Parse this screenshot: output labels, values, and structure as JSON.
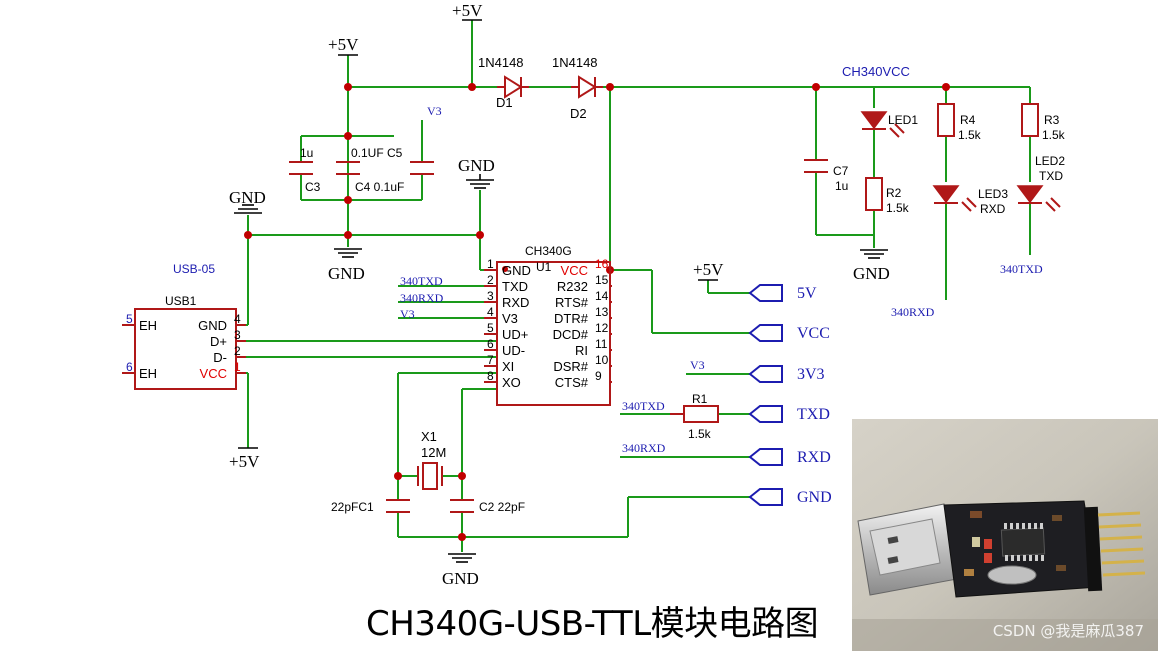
{
  "title": "CH340G-USB-TTL模块电路图",
  "watermark": "CSDN @我是麻瓜387",
  "labels": {
    "v5_top": "+5V",
    "v5_cap": "+5V",
    "v5_bottom": "+5V",
    "v5_hdr": "+5V",
    "v3_cap": "V3",
    "gnd_top": "GND",
    "gnd_usb": "GND",
    "gnd_caps": "GND",
    "gnd_led": "GND",
    "gnd_xtal": "GND",
    "d1_part": "1N4148",
    "d1_ref": "D1",
    "d2_part": "1N4148",
    "d2_ref": "D2",
    "ch340vcc": "CH340VCC",
    "c3": "C3",
    "c3_val": "1u",
    "c4": "C4 0.1uF",
    "c5": "0.1UF C5",
    "c7": "C7",
    "c7_val": "1u",
    "r2": "R2",
    "r2_val": "1.5k",
    "r3": "R3",
    "r3_val": "1.5k",
    "r4": "R4",
    "r4_val": "1.5k",
    "led1": "LED1",
    "led2": "LED2",
    "led2_txd": "TXD",
    "led3": "LED3",
    "led3_rxd": "RXD",
    "net_340txd_led": "340TXD",
    "net_340rxd_led": "340RXD",
    "usb05": "USB-05",
    "usb1": "USB1",
    "x1": "X1",
    "x1_val": "12M",
    "c1": "22pFC1",
    "c2": "C2  22pF",
    "r1": "R1",
    "r1_val": "1.5k",
    "net_340txd_u1": "340TXD",
    "net_340rxd_u1": "340RXD",
    "net_v3_u1": "V3",
    "net_v3_hdr": "V3",
    "net_340txd_hdr": "340TXD",
    "net_340rxd_hdr": "340RXD"
  },
  "ic": {
    "name": "CH340G",
    "ref": "U1",
    "left_pins": [
      {
        "num": "1",
        "name": "GND"
      },
      {
        "num": "2",
        "name": "TXD"
      },
      {
        "num": "3",
        "name": "RXD"
      },
      {
        "num": "4",
        "name": "V3"
      },
      {
        "num": "5",
        "name": "UD+"
      },
      {
        "num": "6",
        "name": "UD-"
      },
      {
        "num": "7",
        "name": "XI"
      },
      {
        "num": "8",
        "name": "XO"
      }
    ],
    "right_pins": [
      {
        "num": "16",
        "name": "VCC"
      },
      {
        "num": "15",
        "name": "R232"
      },
      {
        "num": "14",
        "name": "RTS#"
      },
      {
        "num": "13",
        "name": "DTR#"
      },
      {
        "num": "12",
        "name": "DCD#"
      },
      {
        "num": "11",
        "name": "RI"
      },
      {
        "num": "10",
        "name": "DSR#"
      },
      {
        "num": "9",
        "name": "CTS#"
      }
    ]
  },
  "usb": {
    "pins_left": [
      {
        "num": "5",
        "name": "EH"
      },
      {
        "num": "6",
        "name": "EH"
      }
    ],
    "pins_right": [
      {
        "num": "4",
        "name": "GND"
      },
      {
        "num": "3",
        "name": "D+"
      },
      {
        "num": "2",
        "name": "D-"
      },
      {
        "num": "1",
        "name": "VCC"
      }
    ]
  },
  "header": [
    "5V",
    "VCC",
    "3V3",
    "TXD",
    "RXD",
    "GND"
  ],
  "colors": {
    "wire": "#1a9a1a",
    "component": "#b01818",
    "net_label": "#1c1cb0",
    "pin_number_red": "#e00000"
  }
}
